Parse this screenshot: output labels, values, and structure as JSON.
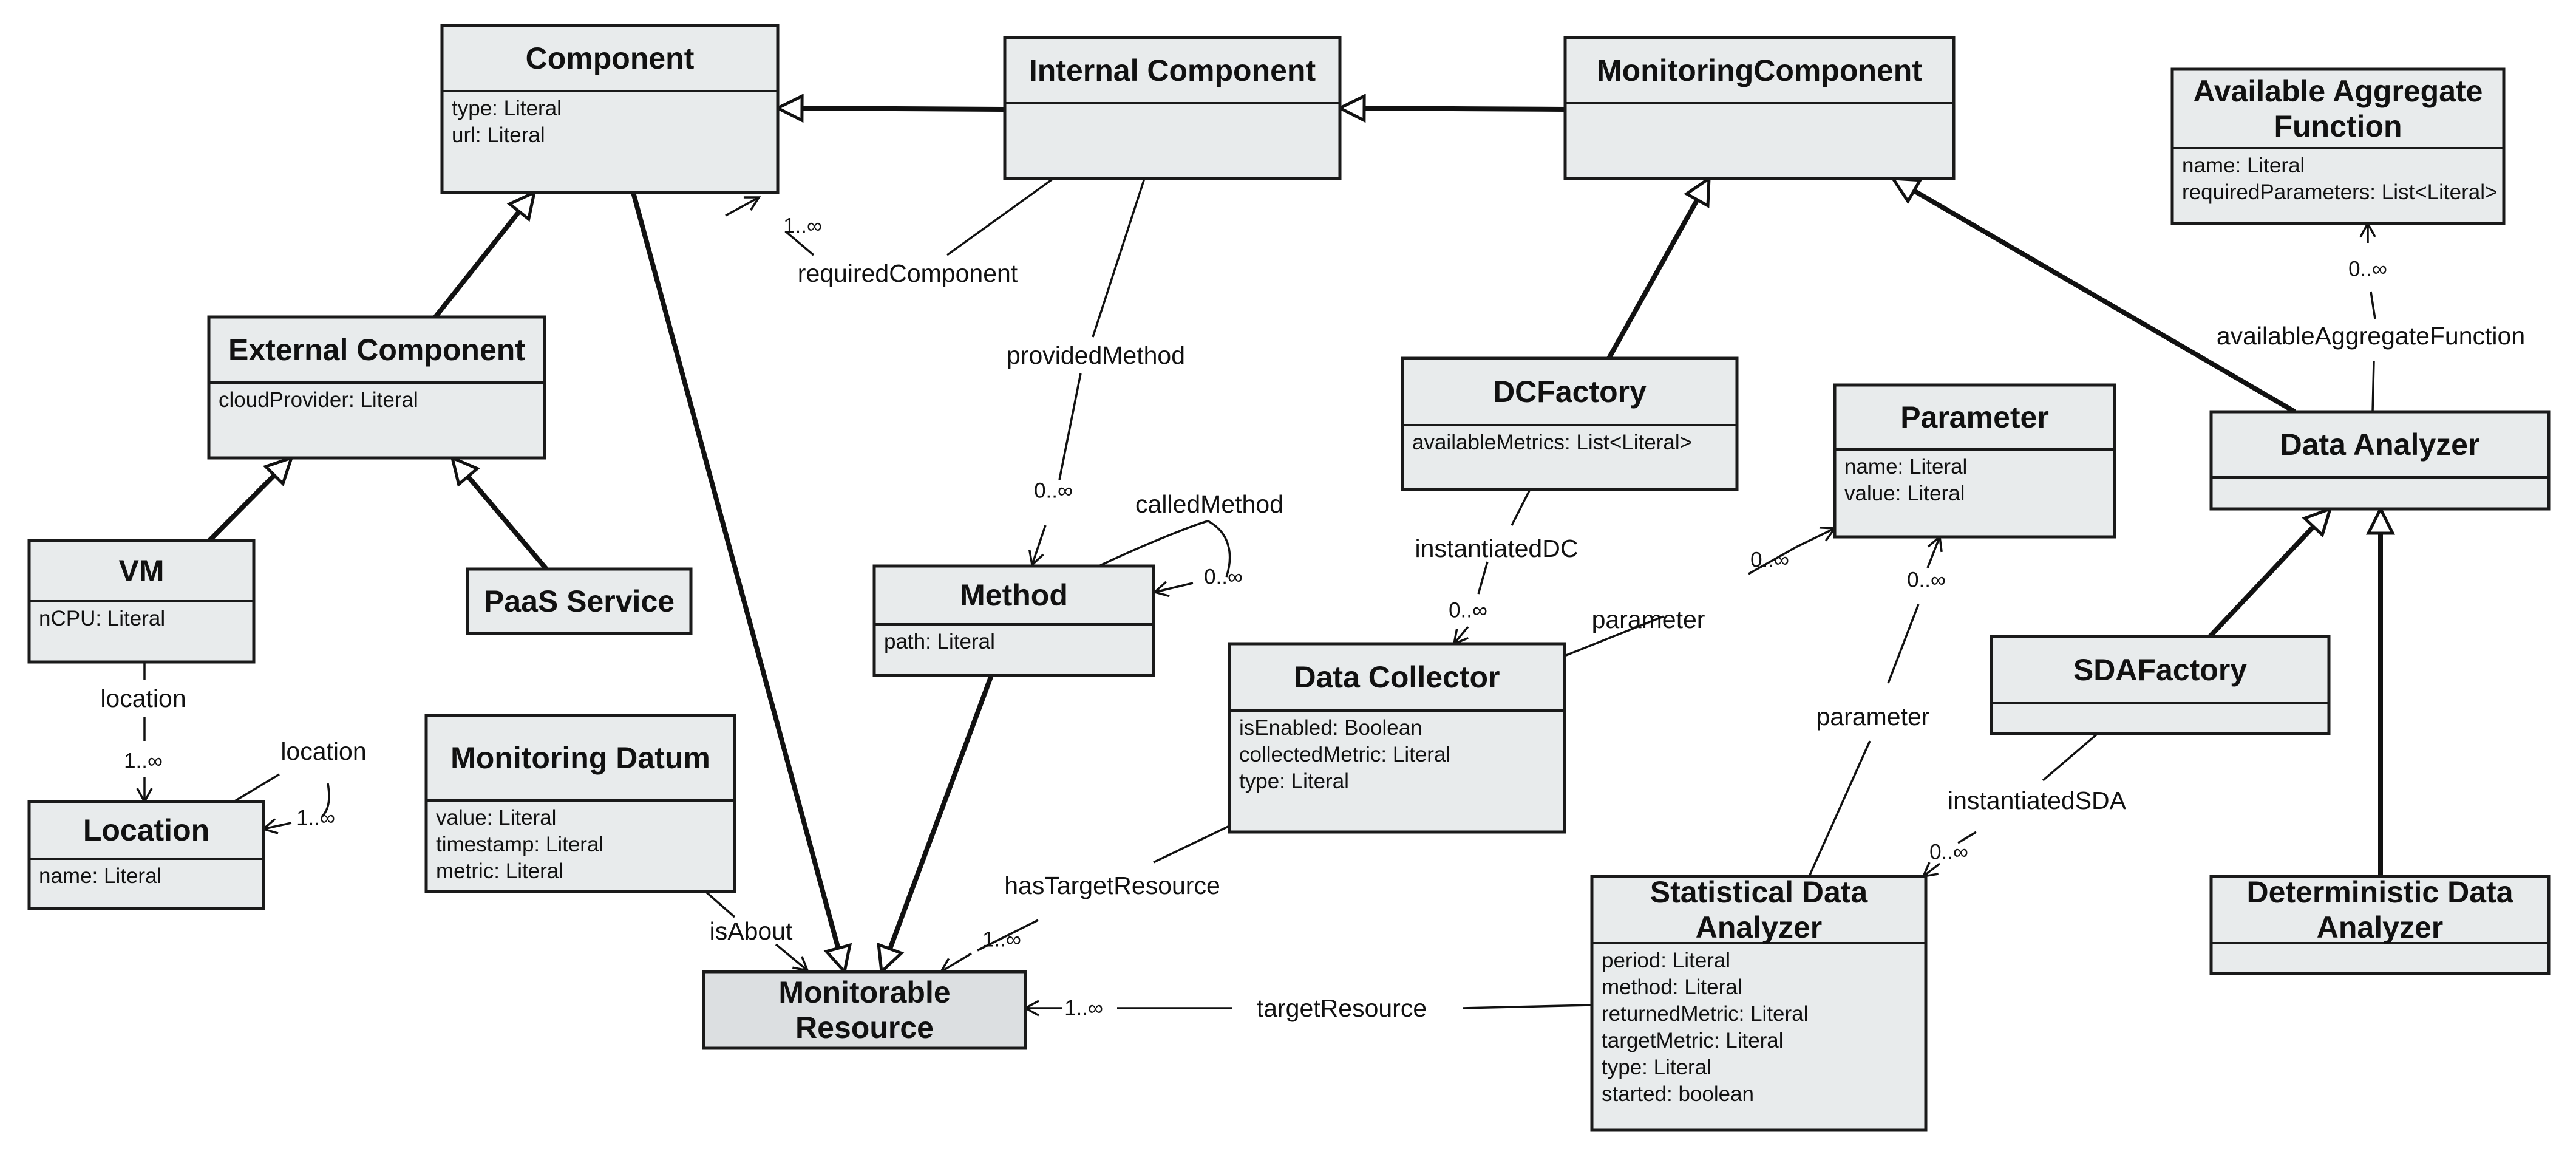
{
  "classes": {
    "component": {
      "title": [
        "Component"
      ],
      "attrs": [
        "type: Literal",
        "url: Literal"
      ]
    },
    "internal_component": {
      "title": [
        "Internal Component"
      ],
      "attrs": []
    },
    "monitoring_component": {
      "title": [
        "MonitoringComponent"
      ],
      "attrs": []
    },
    "available_aggregate_function": {
      "title": [
        "Available Aggregate",
        "Function"
      ],
      "attrs": [
        "name: Literal",
        "requiredParameters: List<Literal>"
      ]
    },
    "external_component": {
      "title": [
        "External Component"
      ],
      "attrs": [
        "cloudProvider: Literal"
      ]
    },
    "dc_factory": {
      "title": [
        "DCFactory"
      ],
      "attrs": [
        "availableMetrics: List<Literal>"
      ]
    },
    "parameter": {
      "title": [
        "Parameter"
      ],
      "attrs": [
        "name: Literal",
        "value: Literal"
      ]
    },
    "data_analyzer": {
      "title": [
        "Data Analyzer"
      ],
      "attrs": []
    },
    "vm": {
      "title": [
        "VM"
      ],
      "attrs": [
        "nCPU: Literal"
      ]
    },
    "paas_service": {
      "title": [
        "PaaS Service"
      ],
      "attrs": []
    },
    "method": {
      "title": [
        "Method"
      ],
      "attrs": [
        "path: Literal"
      ]
    },
    "data_collector": {
      "title": [
        "Data Collector"
      ],
      "attrs": [
        "isEnabled: Boolean",
        "collectedMetric: Literal",
        "type: Literal"
      ]
    },
    "sda_factory": {
      "title": [
        "SDAFactory"
      ],
      "attrs": []
    },
    "location": {
      "title": [
        "Location"
      ],
      "attrs": [
        "name: Literal"
      ]
    },
    "monitoring_datum": {
      "title": [
        "Monitoring Datum"
      ],
      "attrs": [
        "value: Literal",
        "timestamp: Literal",
        "metric: Literal"
      ]
    },
    "statistical_data_analyzer": {
      "title": [
        "Statistical Data",
        "Analyzer"
      ],
      "attrs": [
        "period: Literal",
        "method: Literal",
        "returnedMetric: Literal",
        "targetMetric: Literal",
        "type: Literal",
        "started: boolean"
      ]
    },
    "deterministic_data_analyzer": {
      "title": [
        "Deterministic Data",
        "Analyzer"
      ],
      "attrs": []
    },
    "monitorable_resource": {
      "title": [
        "Monitorable",
        "Resource"
      ],
      "attrs": []
    }
  },
  "associations": {
    "required_component": {
      "label": "requiredComponent",
      "mult": "1..∞"
    },
    "provided_method": {
      "label": "providedMethod",
      "mult": "0..∞"
    },
    "called_method": {
      "label": "calledMethod",
      "mult": "0..∞"
    },
    "instantiated_dc": {
      "label": "instantiatedDC",
      "mult": "0..∞"
    },
    "dc_parameter": {
      "label": "parameter",
      "mult": "0..∞"
    },
    "sda_parameter": {
      "label": "parameter",
      "mult": "0..∞"
    },
    "available_aggregate_function": {
      "label": "availableAggregateFunction",
      "mult": "0..∞"
    },
    "vm_location": {
      "label": "location",
      "mult": "1..∞"
    },
    "location_location": {
      "label": "location",
      "mult": "1..∞"
    },
    "instantiated_sda": {
      "label": "instantiatedSDA",
      "mult": "0..∞"
    },
    "has_target_resource": {
      "label": "hasTargetResource",
      "mult": "1..∞"
    },
    "is_about": {
      "label": "isAbout"
    },
    "target_resource": {
      "label": "targetResource",
      "mult": "1..∞"
    }
  }
}
